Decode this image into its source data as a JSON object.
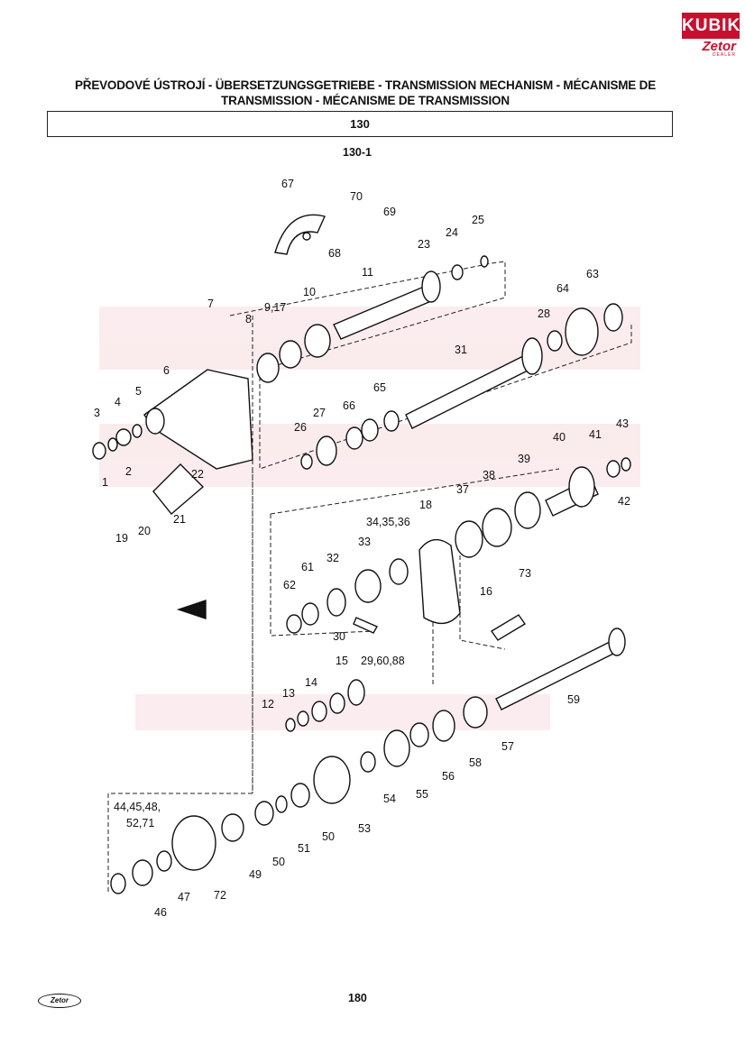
{
  "brand": {
    "top": "KUBIK",
    "bottom": "Zetor",
    "sub": "DEALER"
  },
  "header": {
    "title_line1": "PŘEVODOVÉ ÚSTROJÍ - ÜBERSETZUNGSGETRIEBE - TRANSMISSION MECHANISM - MÉCANISME DE",
    "title_line2": "TRANSMISSION - MÉCANISME DE TRANSMISSION",
    "group": "130",
    "figure": "130-1"
  },
  "callouts": [
    "67",
    "70",
    "69",
    "68",
    "25",
    "24",
    "23",
    "11",
    "63",
    "64",
    "28",
    "7",
    "8",
    "9,17",
    "10",
    "31",
    "6",
    "65",
    "66",
    "27",
    "26",
    "4",
    "5",
    "3",
    "2",
    "1",
    "22",
    "21",
    "20",
    "19",
    "43",
    "41",
    "40",
    "42",
    "39",
    "38",
    "37",
    "18",
    "34,35,36",
    "33",
    "32",
    "61",
    "62",
    "73",
    "16",
    "30",
    "29,60,88",
    "15",
    "14",
    "13",
    "12",
    "59",
    "57",
    "58",
    "56",
    "55",
    "54",
    "53",
    "50",
    "51",
    "44,45,48,",
    "52,71",
    "49",
    "72",
    "47",
    "46"
  ],
  "footer": {
    "page": "180",
    "logo": "Zetor"
  }
}
